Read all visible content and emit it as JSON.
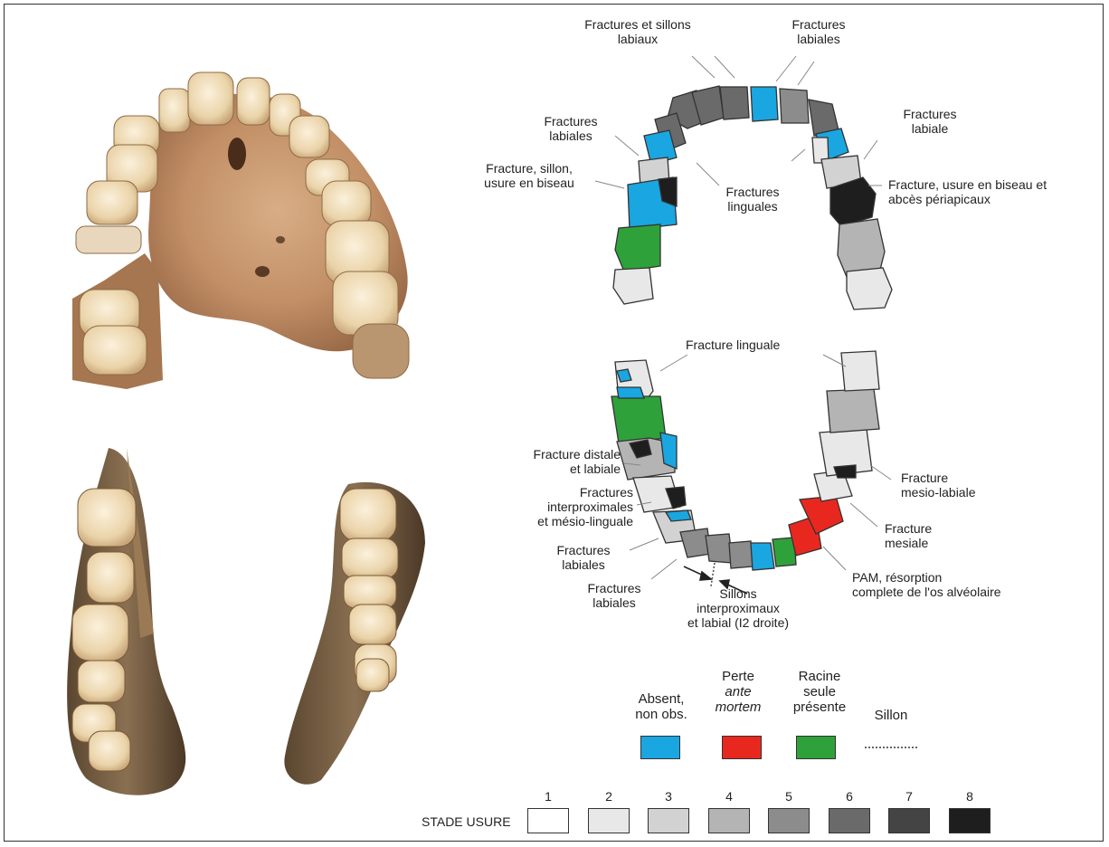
{
  "colors": {
    "absent": "#1aa6e0",
    "ante_mortem": "#e8281e",
    "root_only": "#2fa13a",
    "stage1": "#ffffff",
    "stage2": "#e8e8e8",
    "stage3": "#d2d2d2",
    "stage4": "#b4b4b4",
    "stage5": "#8c8c8c",
    "stage6": "#6a6a6a",
    "stage7": "#444444",
    "stage8": "#1e1e1e"
  },
  "photos": {
    "maxilla": "maxilla-photo",
    "mandible_left": "mandible-left-photo",
    "mandible_right": "mandible-right-photo"
  },
  "upper_labels": {
    "l1a": "Fractures et sillons",
    "l1b": "labiaux",
    "l2a": "Fractures",
    "l2b": "labiales",
    "l3a": "Fractures",
    "l3b": "labiales",
    "l4a": "Fracture, sillon,",
    "l4b": "usure en biseau",
    "l5a": "Fractures",
    "l5b": "linguales",
    "l6a": "Fractures",
    "l6b": "labiale",
    "l7a": "Fracture, usure en biseau et",
    "l7b": "abcès périapicaux"
  },
  "lower_labels": {
    "m1": "Fracture linguale",
    "m2a": "Fracture distale",
    "m2b": "et labiale",
    "m3a": "Fractures",
    "m3b": "interproximales",
    "m3c": "et mésio-linguale",
    "m4a": "Fractures",
    "m4b": "labiales",
    "m5a": "Fractures",
    "m5b": "labiales",
    "m6a": "Sillons",
    "m6b": "interproximaux",
    "m6c": "et labial (I2 droite)",
    "m7a": "Fracture",
    "m7b": "mesio-labiale",
    "m8a": "Fracture",
    "m8b": "mesiale",
    "m9a": "PAM, résorption",
    "m9b": "complete de l'os alvéolaire"
  },
  "legend": {
    "absent_a": "Absent,",
    "absent_b": "non obs.",
    "pam_a": "Perte",
    "pam_b": "ante",
    "pam_c": "mortem",
    "root_a": "Racine",
    "root_b": "seule",
    "root_c": "présente",
    "groove": "Sillon",
    "stage_title": "STADE USURE",
    "stages": [
      "1",
      "2",
      "3",
      "4",
      "5",
      "6",
      "7",
      "8"
    ]
  }
}
